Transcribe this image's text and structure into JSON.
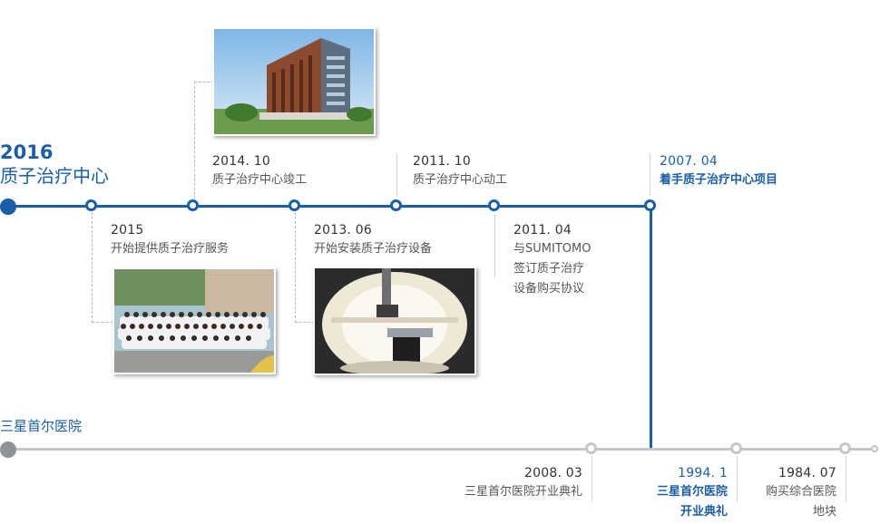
{
  "colors": {
    "accent": "#1b5ea8",
    "line_grey": "#c3c6ca",
    "text_dark": "#333333",
    "text_mid": "#555555"
  },
  "proton_center": {
    "year": "2016",
    "title": "质子治疗中心"
  },
  "samsung": {
    "title": "三星首尔医院"
  },
  "events_top": [
    {
      "date": "2015",
      "desc": "开始提供质子治疗服务"
    },
    {
      "date": "2014. 10",
      "desc": "质子治疗中心竣工"
    },
    {
      "date": "2013. 06",
      "desc": "开始安装质子治疗设备"
    },
    {
      "date": "2011. 10",
      "desc": "质子治疗中心动工"
    },
    {
      "date": "2011. 04",
      "desc_lines": [
        "与SUMITOMO",
        "签订质子治疗",
        "设备购买协议"
      ]
    },
    {
      "date": "2007. 04",
      "desc": "着手质子治疗中心项目"
    }
  ],
  "events_bottom": [
    {
      "date": "2008. 03",
      "desc": "三星首尔医院开业典礼"
    },
    {
      "date": "1994. 1",
      "desc_lines": [
        "三星首尔医院",
        "开业典礼"
      ]
    },
    {
      "date": "1984. 07",
      "desc_lines": [
        "购买综合医院",
        "地块"
      ]
    }
  ],
  "images": {
    "building": "building-photo",
    "staff": "staff-group-photo",
    "equipment": "proton-equipment-photo"
  }
}
